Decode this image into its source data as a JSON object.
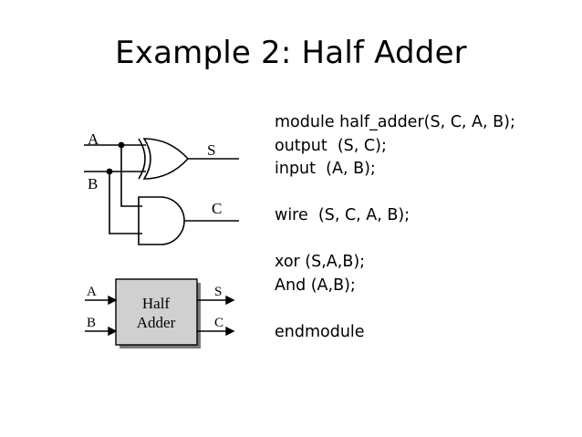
{
  "title": "Example 2: Half Adder",
  "code_lines": [
    "module half_adder(S, C, A, B);",
    "output  (S, C);",
    "input  (A, B);",
    "",
    "wire  (S, C, A, B);",
    "",
    "xor (S,A,B);",
    "And (A,B);",
    "",
    "endmodule"
  ],
  "circuit": {
    "input_a": "A",
    "input_b": "B",
    "output_s": "S",
    "output_c": "C"
  },
  "block": {
    "input_a": "A",
    "input_b": "B",
    "output_s": "S",
    "output_c": "C",
    "label_line1": "Half",
    "label_line2": "Adder"
  }
}
